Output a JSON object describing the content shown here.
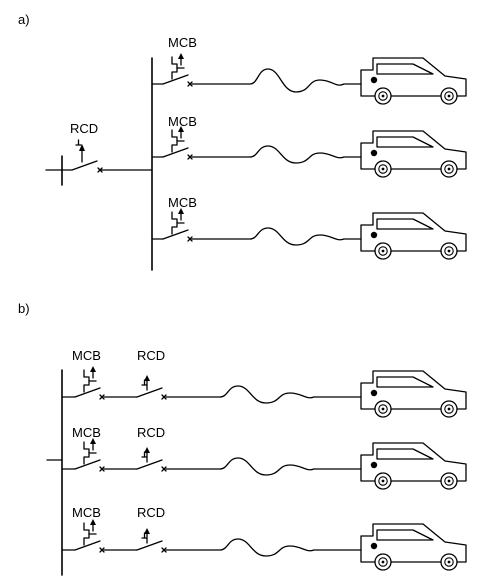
{
  "diagram": {
    "panel_a": {
      "label": "a)",
      "rcd_label": "RCD",
      "branches": [
        {
          "mcb_label": "MCB"
        },
        {
          "mcb_label": "MCB"
        },
        {
          "mcb_label": "MCB"
        }
      ]
    },
    "panel_b": {
      "label": "b)",
      "branches": [
        {
          "mcb_label": "MCB",
          "rcd_label": "RCD"
        },
        {
          "mcb_label": "MCB",
          "rcd_label": "RCD"
        },
        {
          "mcb_label": "MCB",
          "rcd_label": "RCD"
        }
      ]
    },
    "icons": {
      "vehicle": "electric-car-icon",
      "mcb": "mcb-symbol-icon",
      "rcd": "rcd-symbol-icon"
    }
  }
}
